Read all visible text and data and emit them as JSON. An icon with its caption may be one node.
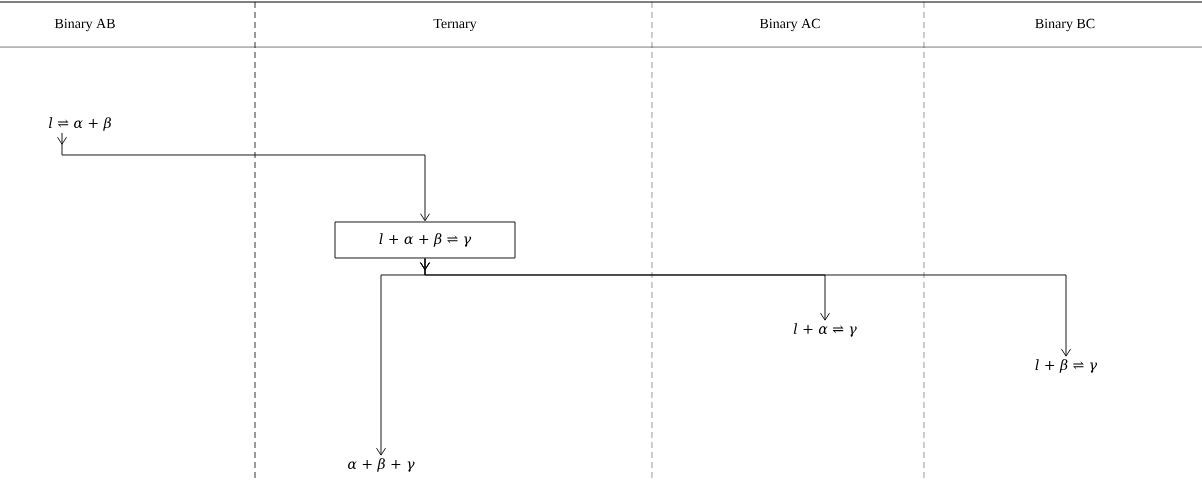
{
  "diagram": {
    "nodes": [
      {
        "text": [
          "l ⇌ α + β"
        ]
      },
      {
        "text": [
          "l + α + β ⇌ γ"
        ]
      },
      {
        "text": [
          "l + α ⇌ γ"
        ]
      },
      {
        "text": [
          "l + β ⇌ γ"
        ]
      },
      {
        "text": [
          "α + β + γ"
        ]
      }
    ],
    "edges": [
      {
        "from": 0,
        "to": 1,
        "arrow": "to"
      },
      {
        "from": 1,
        "to": 4,
        "arrow": "to"
      },
      {
        "from": 1,
        "to": 2,
        "arrow": "to"
      },
      {
        "from": 1,
        "to": 3,
        "arrow": "to"
      }
    ],
    "labels": [
      "Binary AB",
      "Ternary",
      "Binary AC",
      "Binary BC"
    ]
  }
}
